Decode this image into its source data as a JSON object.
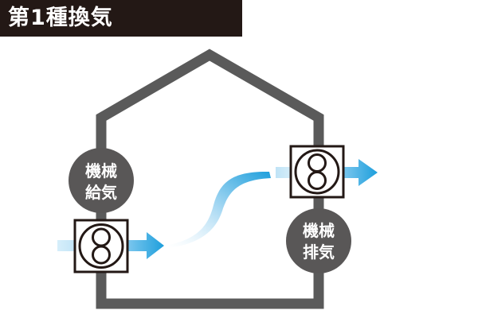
{
  "title": "第1種換気",
  "labels": {
    "supply": {
      "line1": "機械",
      "line2": "給気"
    },
    "exhaust": {
      "line1": "機械",
      "line2": "排気"
    }
  },
  "icons": {
    "supply_fan": "ventilation-fan-icon",
    "exhaust_fan": "ventilation-fan-icon",
    "supply_arrow": "arrow-right-icon",
    "exhaust_arrow": "arrow-right-icon",
    "airflow": "airflow-stream-icon"
  },
  "colors": {
    "title_bg": "#231815",
    "title_text": "#ffffff",
    "house_outline": "#5a5a5a",
    "label_circle": "#595757",
    "label_text": "#ffffff",
    "fan_stroke": "#231815",
    "arrow": "#29a8e0",
    "airflow_light": "#cfe9f7"
  }
}
